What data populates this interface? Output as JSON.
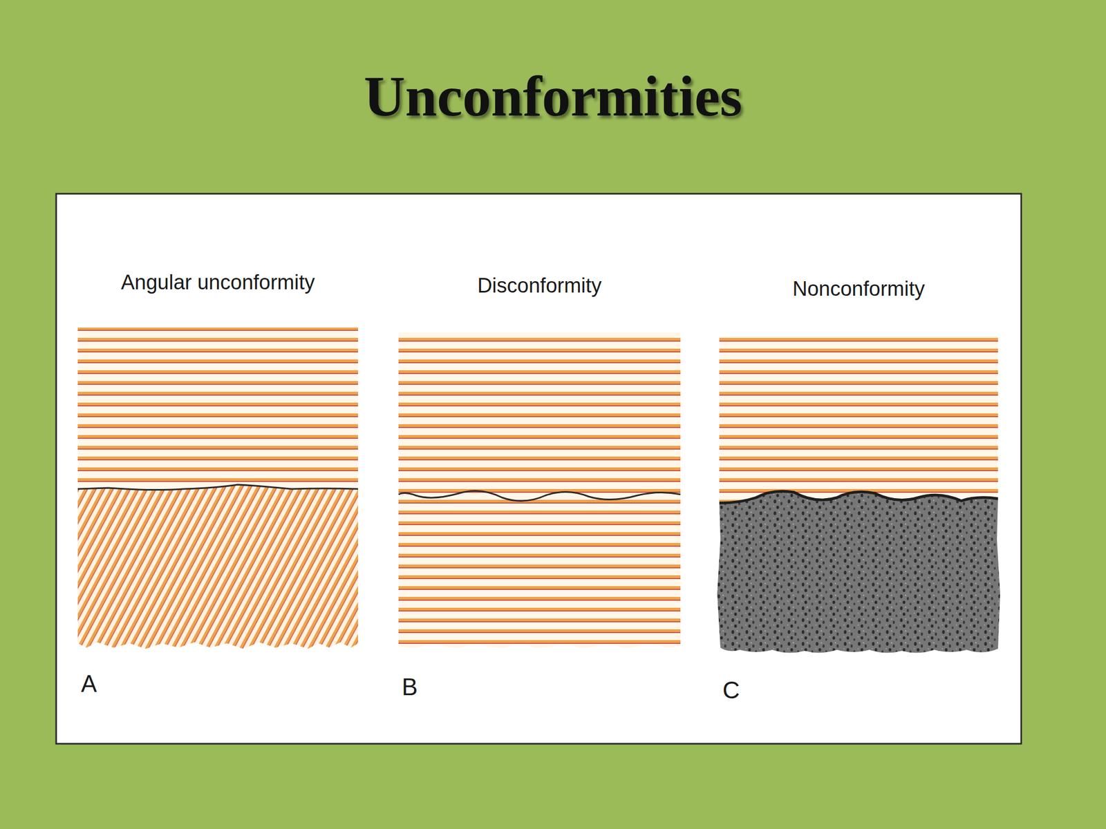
{
  "diagram": {
    "title": "Unconformities",
    "nodes": [
      {
        "text": [
          "Angular unconformity",
          "A"
        ]
      },
      {
        "text": [
          "Disconformity",
          "B"
        ]
      },
      {
        "text": [
          "Nonconformity",
          "C"
        ]
      }
    ]
  }
}
